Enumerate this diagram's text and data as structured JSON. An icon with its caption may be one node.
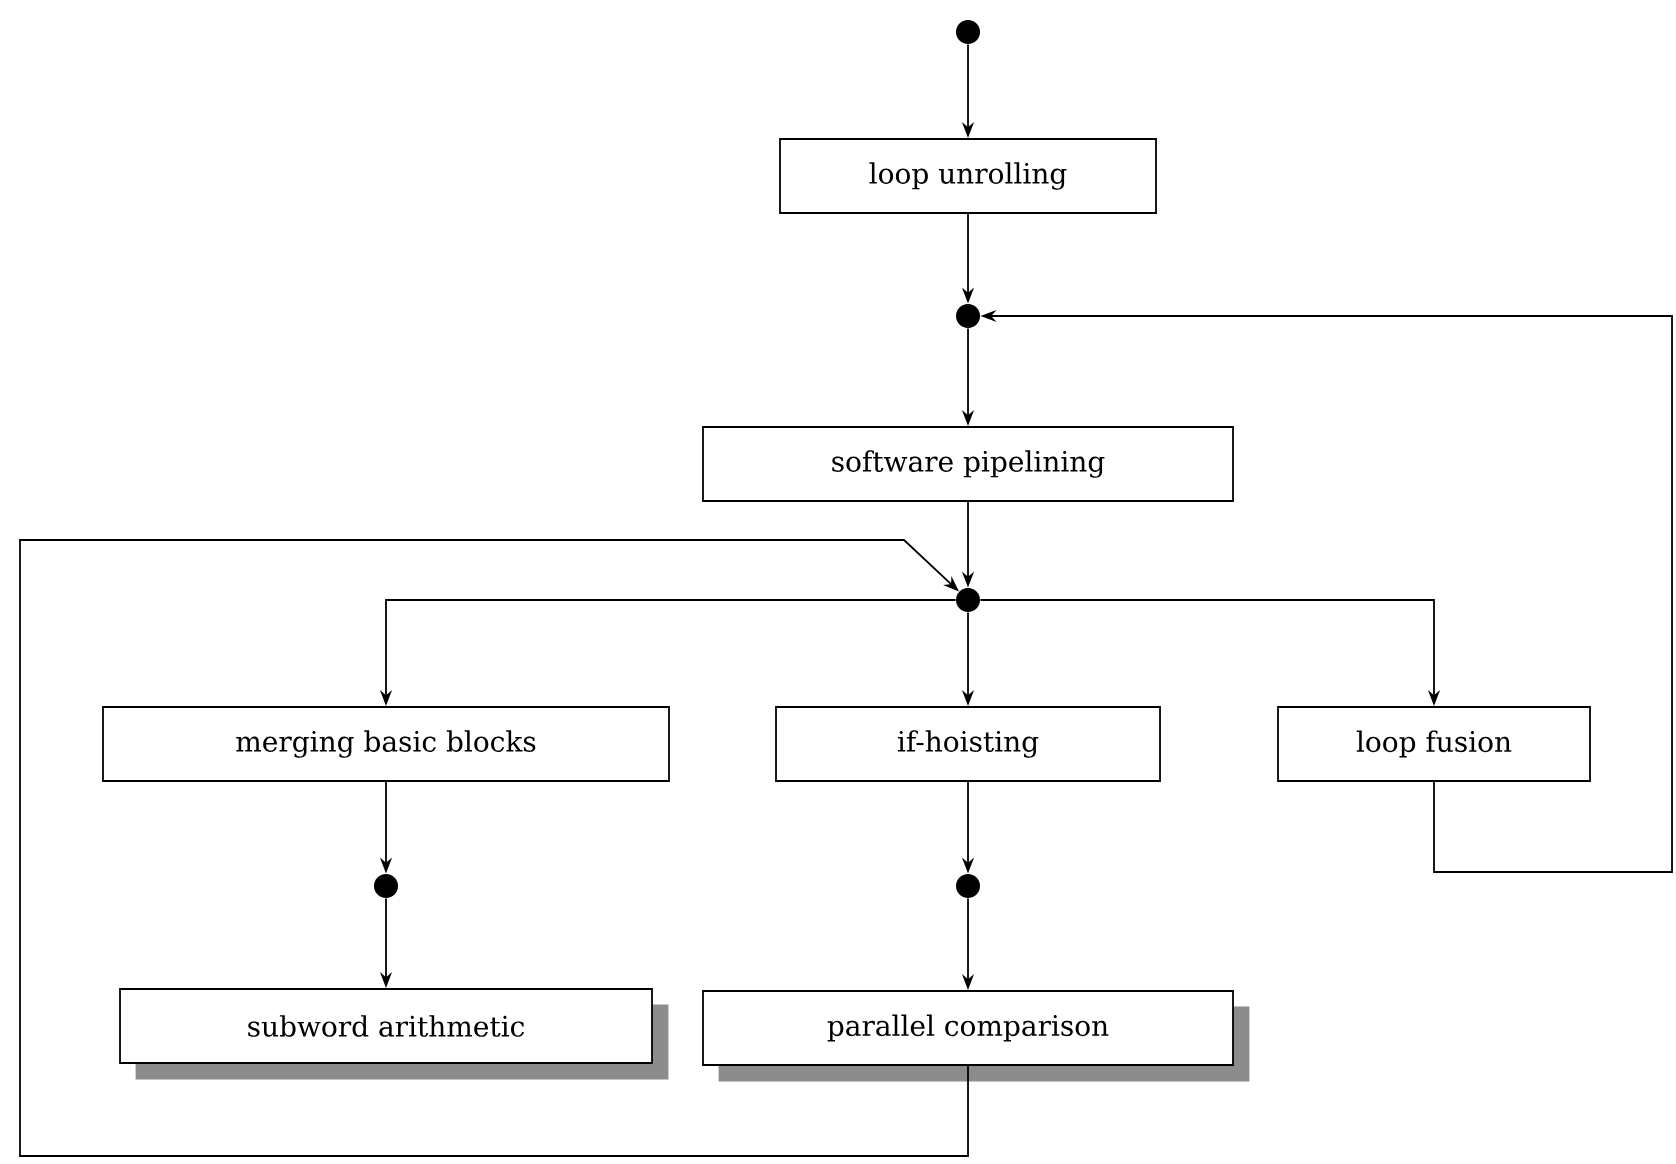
{
  "diagram": {
    "nodes": [
      {
        "text": [],
        "shape": "circle"
      },
      {
        "text": [
          "loop unrolling"
        ]
      },
      {
        "text": [],
        "shape": "circle"
      },
      {
        "text": [
          "software pipelining"
        ]
      },
      {
        "text": [],
        "shape": "circle"
      },
      {
        "text": [
          "merging basic blocks"
        ]
      },
      {
        "text": [
          "if-hoisting"
        ]
      },
      {
        "text": [
          "loop fusion"
        ]
      },
      {
        "text": [],
        "shape": "circle"
      },
      {
        "text": [],
        "shape": "circle"
      },
      {
        "text": [
          "subword arithmetic"
        ]
      },
      {
        "text": [
          "parallel comparison"
        ]
      }
    ],
    "edges": [
      {
        "from": 0,
        "to": 1,
        "arrow": "to"
      },
      {
        "from": 1,
        "to": 2,
        "arrow": "to"
      },
      {
        "from": 2,
        "to": 3,
        "arrow": "to"
      },
      {
        "from": 3,
        "to": 4,
        "arrow": "to"
      },
      {
        "from": 4,
        "to": 5,
        "arrow": "to"
      },
      {
        "from": 4,
        "to": 6,
        "arrow": "to"
      },
      {
        "from": 4,
        "to": 7,
        "arrow": "to"
      },
      {
        "from": 5,
        "to": 8,
        "arrow": "to"
      },
      {
        "from": 6,
        "to": 9,
        "arrow": "to"
      },
      {
        "from": 8,
        "to": 10,
        "arrow": "to"
      },
      {
        "from": 9,
        "to": 11,
        "arrow": "to"
      },
      {
        "from": 7,
        "to": 2,
        "arrow": "to"
      },
      {
        "from": 11,
        "to": 4,
        "arrow": "to"
      }
    ]
  }
}
